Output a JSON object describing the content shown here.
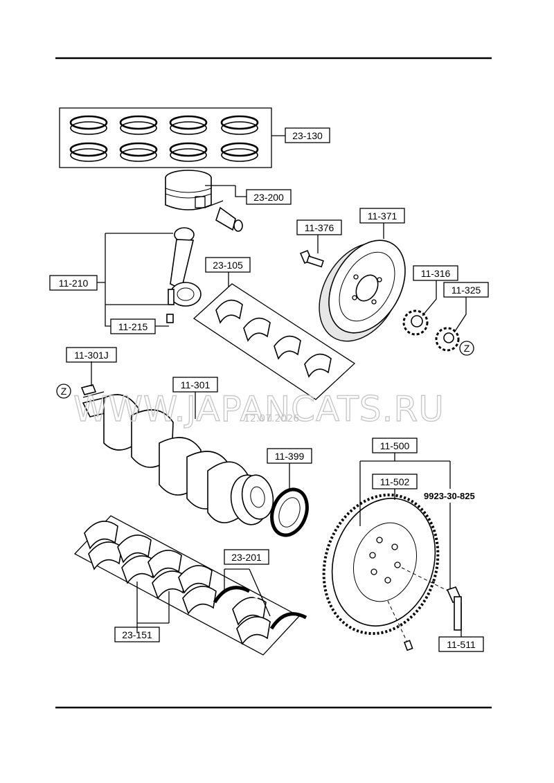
{
  "labels": {
    "rings": "23-130",
    "piston": "23-200",
    "conrod": "11-210",
    "conrod_bolt": "11-215",
    "conrod_bearings": "23-105",
    "pulley_bolt": "11-376",
    "pulley": "11-371",
    "sprocket": "11-316",
    "key": "11-325",
    "crank_key": "11-301J",
    "crankshaft": "11-301",
    "oil_seal": "11-399",
    "flywheel_assy": "11-500",
    "ring_gear": "11-502",
    "flywheel_bolt_code": "9923-30-825",
    "flywheel_bolt": "11-511",
    "main_bearings": "23-151",
    "thrust_washers": "23-201"
  },
  "markers": {
    "z1": "Z",
    "z2": "Z"
  },
  "watermark": {
    "site": "WWW.JAPANCATS.RU",
    "date": "12.07.2026"
  }
}
